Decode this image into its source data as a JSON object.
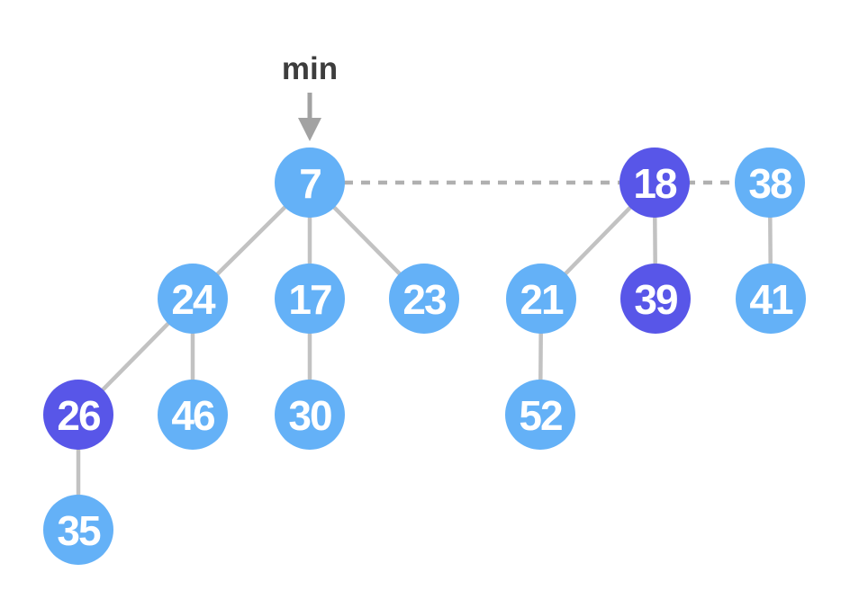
{
  "diagram": {
    "type": "fibonacci-heap",
    "pointer_label": "min",
    "min_node": "7",
    "colors": {
      "node_blue": "#64b1f7",
      "node_purple": "#5856e8",
      "node_text": "#ffffff",
      "edge": "#c2c2c2",
      "dashed_link": "#b0b0b0",
      "arrow": "#a2a2a2",
      "label_text": "#3d3d3d"
    },
    "nodes": [
      {
        "value": "7",
        "color": "#64b1f7"
      },
      {
        "value": "18",
        "color": "#5856e8"
      },
      {
        "value": "38",
        "color": "#64b1f7"
      },
      {
        "value": "24",
        "color": "#64b1f7"
      },
      {
        "value": "17",
        "color": "#64b1f7"
      },
      {
        "value": "23",
        "color": "#64b1f7"
      },
      {
        "value": "21",
        "color": "#64b1f7"
      },
      {
        "value": "39",
        "color": "#5856e8"
      },
      {
        "value": "41",
        "color": "#64b1f7"
      },
      {
        "value": "26",
        "color": "#5856e8"
      },
      {
        "value": "46",
        "color": "#64b1f7"
      },
      {
        "value": "30",
        "color": "#64b1f7"
      },
      {
        "value": "52",
        "color": "#64b1f7"
      },
      {
        "value": "35",
        "color": "#64b1f7"
      }
    ],
    "edges": [
      {
        "from": "7",
        "to": "24"
      },
      {
        "from": "7",
        "to": "17"
      },
      {
        "from": "7",
        "to": "23"
      },
      {
        "from": "24",
        "to": "26"
      },
      {
        "from": "24",
        "to": "46"
      },
      {
        "from": "17",
        "to": "30"
      },
      {
        "from": "26",
        "to": "35"
      },
      {
        "from": "18",
        "to": "21"
      },
      {
        "from": "18",
        "to": "39"
      },
      {
        "from": "21",
        "to": "52"
      },
      {
        "from": "38",
        "to": "41"
      }
    ],
    "root_list": [
      {
        "from": "7",
        "to": "18",
        "style": "dashed"
      },
      {
        "from": "18",
        "to": "38",
        "style": "dashed"
      }
    ]
  }
}
